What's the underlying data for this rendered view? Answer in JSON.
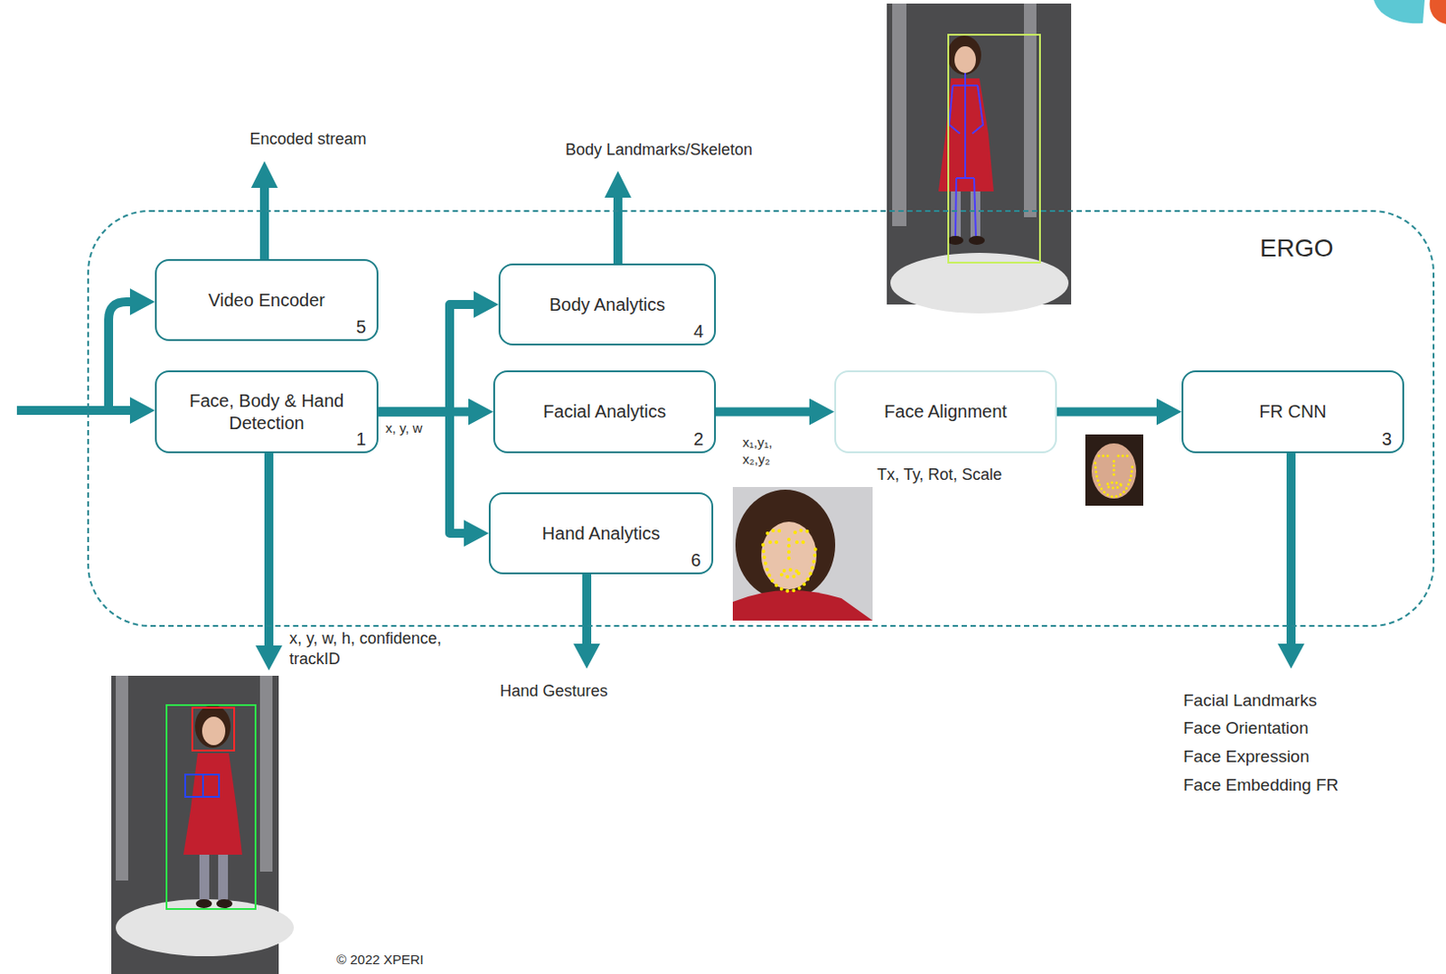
{
  "diagram": {
    "nodes": [
      {
        "text": [
          "ERGO"
        ]
      },
      {
        "text": [
          "Video Encoder",
          "5"
        ],
        "in": 0
      },
      {
        "text": [
          "Face, Body & Hand Detection",
          "1"
        ],
        "in": 0
      },
      {
        "text": [
          "Body Analytics",
          "4"
        ],
        "in": 0
      },
      {
        "text": [
          "Facial Analytics",
          "2"
        ],
        "in": 0
      },
      {
        "text": [
          "Hand Analytics",
          "6"
        ],
        "in": 0
      },
      {
        "text": [
          "Face Alignment"
        ],
        "in": 0
      },
      {
        "text": [
          "FR CNN",
          "3"
        ],
        "in": 0
      }
    ],
    "edges": [
      {
        "from": 2,
        "to": 4,
        "arrow": "to",
        "label": "x, y, w"
      },
      {
        "from": 2,
        "to": 3,
        "arrow": "to"
      },
      {
        "from": 2,
        "to": 5,
        "arrow": "to"
      },
      {
        "from": 4,
        "to": 6,
        "arrow": "to",
        "label": "x₁,y₁, x₂,y₂"
      },
      {
        "from": 6,
        "to": 7,
        "arrow": "to"
      }
    ],
    "labels": [
      "Encoded stream",
      "Body Landmarks/Skeleton",
      "x, y, w, h, confidence, trackID",
      "Hand Gestures",
      "Tx, Ty, Rot, Scale",
      "Facial Landmarks",
      "Face Orientation",
      "Face Expression",
      "Face Embedding FR",
      "© 2022 XPERI"
    ]
  }
}
